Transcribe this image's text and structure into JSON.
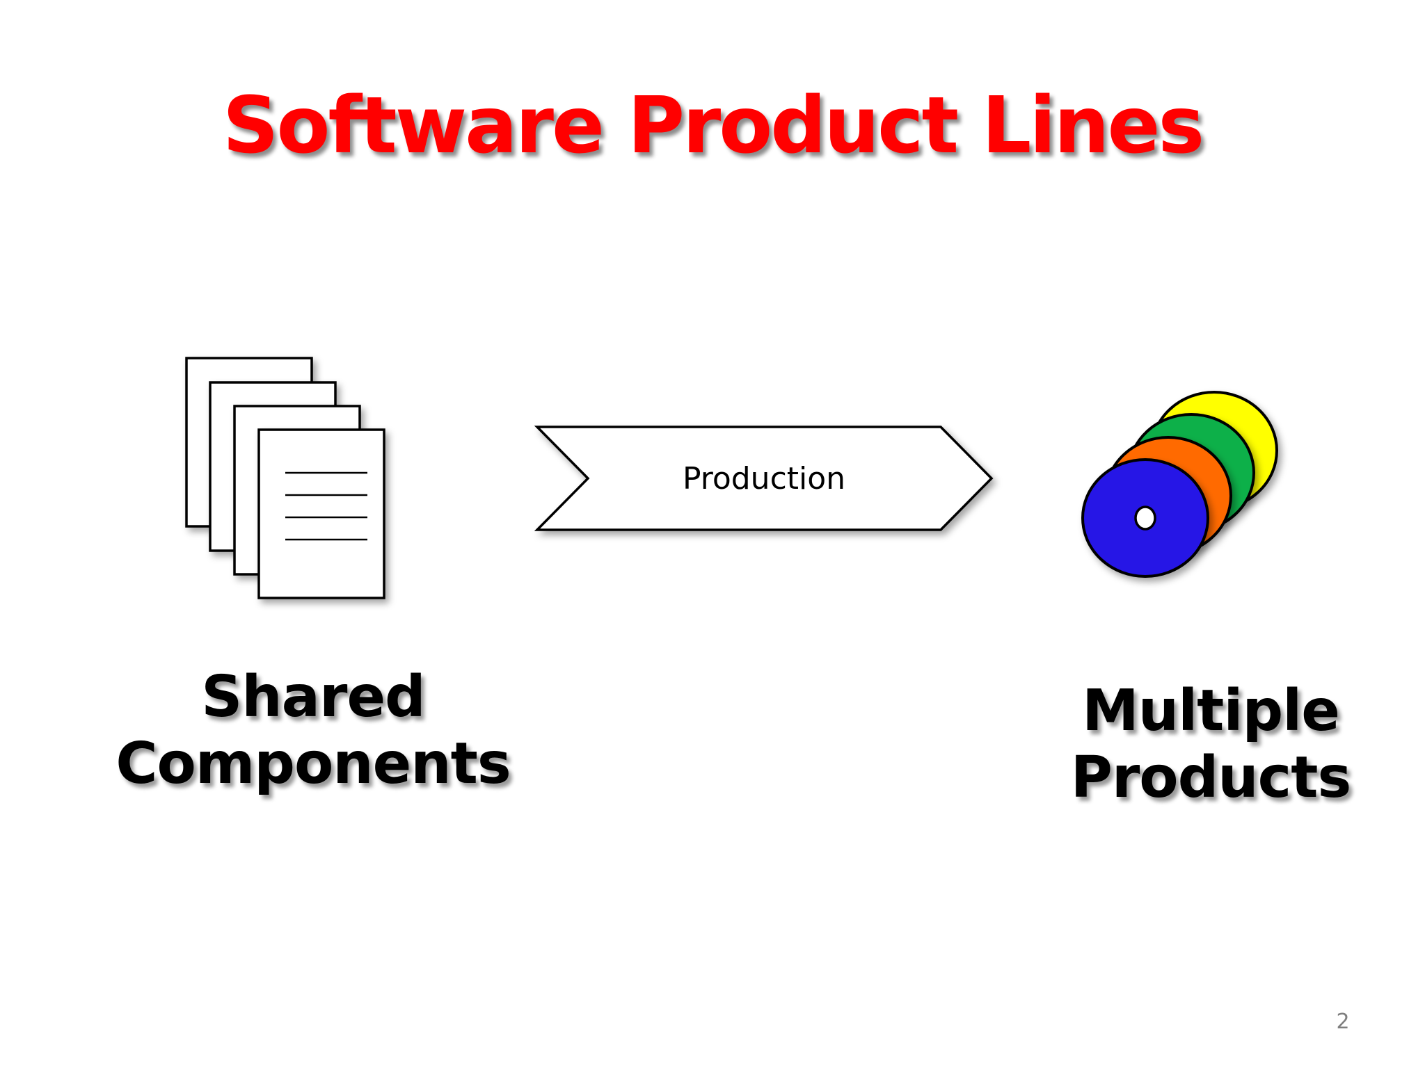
{
  "slide": {
    "title": "Software Product Lines",
    "left_label": {
      "line1": "Shared",
      "line2": "Components"
    },
    "right_label": {
      "line1": "Multiple",
      "line2": "Products"
    },
    "arrow_label": "Production",
    "page_number": "2"
  },
  "icons": {
    "left": "document-stack-icon",
    "right": "disc-stack-icon"
  },
  "colors": {
    "title": "#ff0000",
    "text": "#000000",
    "background": "#ffffff",
    "page_number": "#7f7f7f",
    "disc_blue": "#2512e6",
    "disc_orange": "#ff6a00",
    "disc_green": "#0fb04a",
    "disc_yellow": "#ffff00"
  }
}
